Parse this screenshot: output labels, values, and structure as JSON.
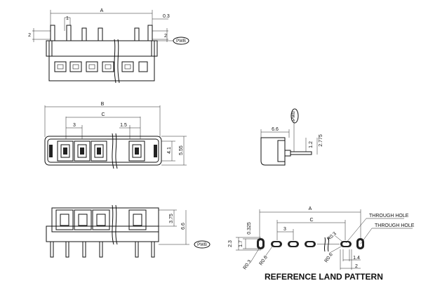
{
  "top_view": {
    "dim_a": "A",
    "dim_1": "1",
    "dim_03": "0.3",
    "dim_2_left": "2",
    "dim_2_right": "2",
    "pwb": "PWB"
  },
  "front_view": {
    "dim_b": "B",
    "dim_c": "C",
    "dim_3": "3",
    "dim_15": "1.5",
    "dim_41": "4.1",
    "dim_555": "5.55"
  },
  "side_view": {
    "dim_66": "6.6",
    "dim_12": "1.2",
    "dim_2775": "2.775",
    "pwb": "PWB"
  },
  "bottom_view": {
    "dim_375": "3.75",
    "dim_66": "6.6",
    "pwb": "PWB"
  },
  "land_pattern": {
    "dim_a": "A",
    "dim_c": "C",
    "dim_3": "3",
    "dim_0325": "0.325",
    "dim_17": "1.7",
    "dim_23": "2.3",
    "dim_r03": "R0.3",
    "dim_r06_a": "R0.6",
    "dim_r06_b": "R0.6",
    "dim_r03_b": "R0.3",
    "dim_14": "1.4",
    "dim_2": "2",
    "through_hole_1": "THROUGH HOLE",
    "through_hole_2": "THROUGH HOLE",
    "title": "REFERENCE LAND PATTERN"
  }
}
